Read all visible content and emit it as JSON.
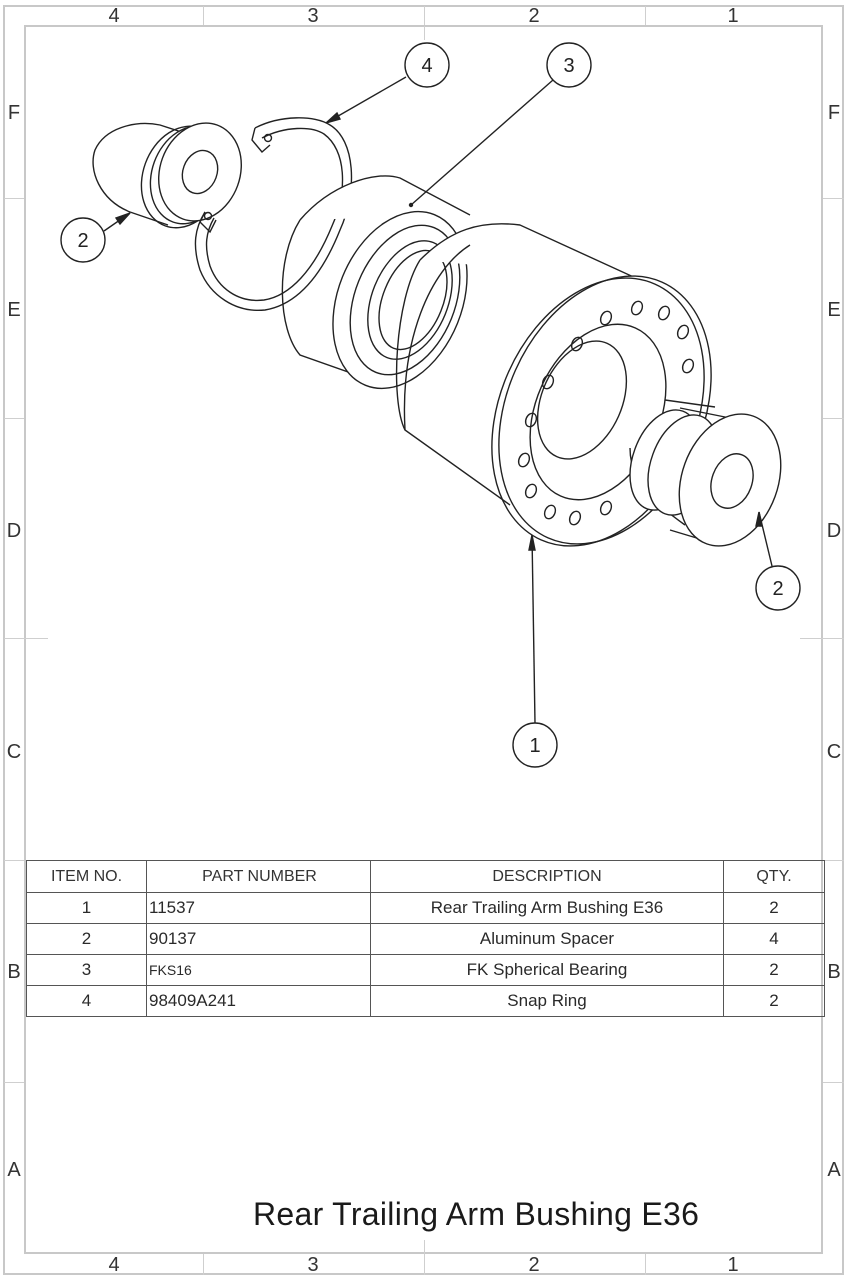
{
  "sheet": {
    "zones": {
      "columns": [
        "4",
        "3",
        "2",
        "1"
      ],
      "rows": [
        "F",
        "E",
        "D",
        "C",
        "B",
        "A"
      ]
    },
    "border_color": "#c8c8c8"
  },
  "drawing": {
    "view": "exploded isometric",
    "balloons": [
      {
        "label": "1",
        "part": "Rear Trailing Arm Bushing E36"
      },
      {
        "label": "2",
        "part": "Aluminum Spacer",
        "position": "left"
      },
      {
        "label": "2",
        "part": "Aluminum Spacer",
        "position": "right"
      },
      {
        "label": "3",
        "part": "FK Spherical Bearing"
      },
      {
        "label": "4",
        "part": "Snap Ring"
      }
    ]
  },
  "bom": {
    "headers": {
      "item_no": "ITEM NO.",
      "part_number": "PART NUMBER",
      "description": "DESCRIPTION",
      "qty": "QTY."
    },
    "rows": [
      {
        "item_no": "1",
        "part_number": "11537",
        "description": "Rear Trailing Arm Bushing E36",
        "qty": "2"
      },
      {
        "item_no": "2",
        "part_number": "90137",
        "description": "Aluminum Spacer",
        "qty": "4"
      },
      {
        "item_no": "3",
        "part_number": "FKS16",
        "description": "FK Spherical Bearing",
        "qty": "2"
      },
      {
        "item_no": "4",
        "part_number": "98409A241",
        "description": "Snap Ring",
        "qty": "2"
      }
    ]
  },
  "title_block": {
    "title": "Rear Trailing Arm Bushing E36"
  }
}
